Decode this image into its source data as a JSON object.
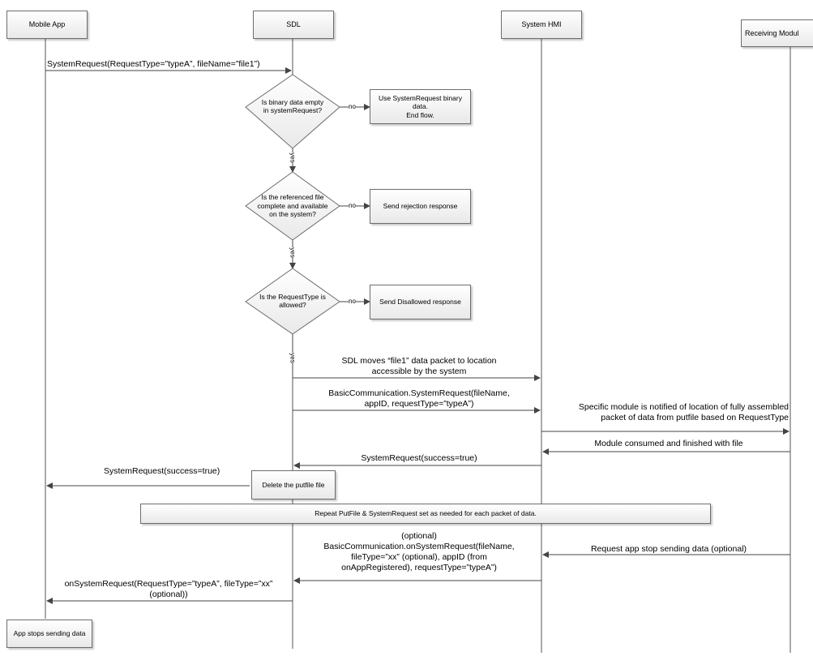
{
  "lanes": {
    "mobile_app": "Mobile App",
    "sdl": "SDL",
    "system_hmi": "System HMI",
    "receiving_module": "Receiving Modul"
  },
  "messages": {
    "m1": "SystemRequest(RequestType=”typeA”, fileName=”file1”)",
    "m2_line1": "SDL moves “file1” data packet to location",
    "m2_line2": "accessible by the system",
    "m3_line1": "BasicCommunication.SystemRequest(fileName,",
    "m3_line2": "appID, requestType=”typeA”)",
    "m4_line1": "Specific module is notified of location of fully assembled",
    "m4_line2": "packet of data from putfile based on RequestType",
    "m5": "Module consumed and finished with file",
    "m6": "SystemRequest(success=true)",
    "m7": "SystemRequest(success=true)",
    "m8": "Request app stop sending data (optional)",
    "m9_line1": "(optional)",
    "m9_line2": "BasicCommunication.onSystemRequest(fileName,",
    "m9_line3": "fileType=”xx” (optional), appID (from",
    "m9_line4": "onAppRegistered), requestType=”typeA”)",
    "m10_line1": "onSystemRequest(RequestType=”typeA”, fileType=”xx”",
    "m10_line2": "(optional))"
  },
  "decisions": {
    "d1": "Is binary data empty in systemRequest?",
    "d2": "Is the referenced file complete and available on the system?",
    "d3": "Is the RequestType is allowed?"
  },
  "outcomes": {
    "o1_line1": "Use SystemRequest binary",
    "o1_line2": "data.",
    "o1_line3": "End flow.",
    "o2": "Send rejection response",
    "o3": "Send Disallowed response"
  },
  "branch_labels": {
    "no": "no",
    "yes": "yes"
  },
  "notes": {
    "delete": "Delete the putfile file",
    "repeat": "Repeat PutFile & SystemRequest set as needed for each packet of data.",
    "stop": "App stops sending data"
  }
}
